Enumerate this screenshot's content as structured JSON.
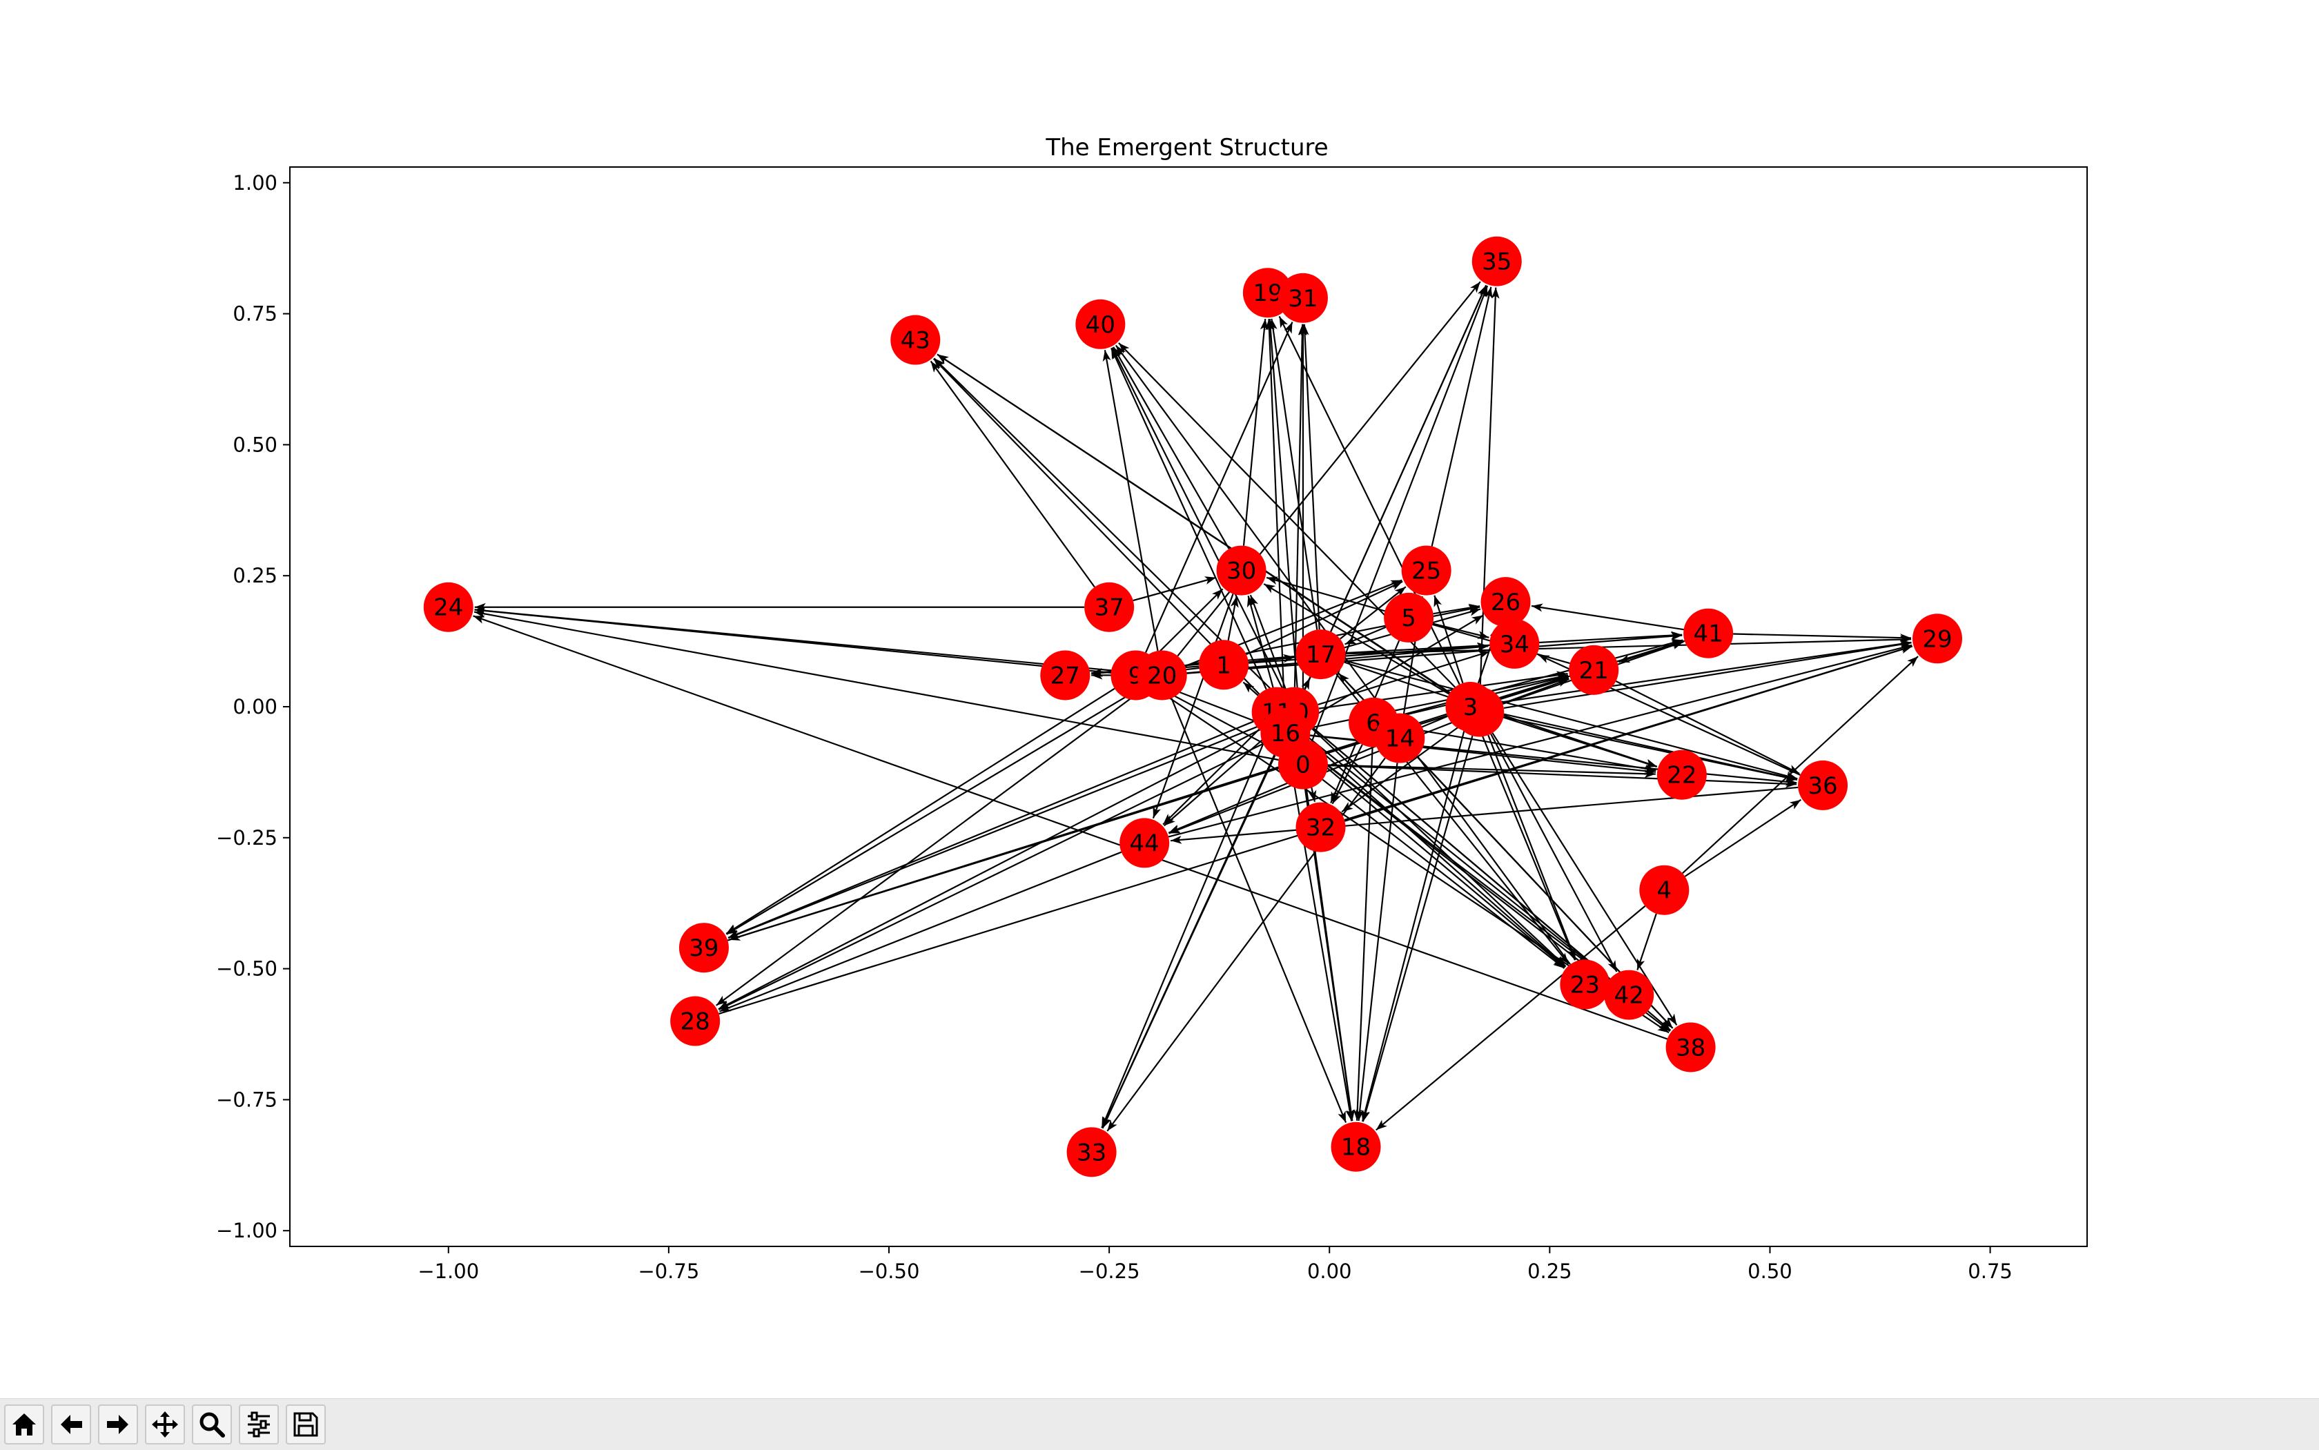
{
  "window": {
    "title": "The Emergent Structure"
  },
  "toolbar": {
    "buttons": [
      {
        "name": "home-button",
        "icon": "home-icon"
      },
      {
        "name": "back-button",
        "icon": "arrow-left-icon"
      },
      {
        "name": "forward-button",
        "icon": "arrow-right-icon"
      },
      {
        "name": "pan-button",
        "icon": "move-icon"
      },
      {
        "name": "zoom-button",
        "icon": "magnifier-icon"
      },
      {
        "name": "configure-subplots-button",
        "icon": "sliders-icon"
      },
      {
        "name": "save-button",
        "icon": "floppy-disk-icon"
      }
    ]
  },
  "chart_data": {
    "type": "network",
    "title": "The Emergent Structure",
    "xlabel": "",
    "ylabel": "",
    "xlim": [
      -1.18,
      0.86
    ],
    "ylim": [
      -1.03,
      1.03
    ],
    "x_ticks": [
      -1.0,
      -0.75,
      -0.5,
      -0.25,
      0.0,
      0.25,
      0.5,
      0.75
    ],
    "x_tick_labels": [
      "−1.00",
      "−0.75",
      "−0.50",
      "−0.25",
      "0.00",
      "0.25",
      "0.50",
      "0.75"
    ],
    "y_ticks": [
      1.0,
      0.75,
      0.5,
      0.25,
      0.0,
      -0.25,
      -0.5,
      -0.75,
      -1.0
    ],
    "y_tick_labels": [
      "1.00",
      "0.75",
      "0.50",
      "0.25",
      "0.00",
      "−0.25",
      "−0.50",
      "−0.75",
      "−1.00"
    ],
    "grid": false,
    "node_color": "#ff0000",
    "edge_color": "#000000",
    "directed": true,
    "nodes": [
      {
        "id": "0",
        "x": -0.03,
        "y": -0.11
      },
      {
        "id": "1",
        "x": -0.12,
        "y": 0.08
      },
      {
        "id": "2",
        "x": 0.17,
        "y": -0.01
      },
      {
        "id": "3",
        "x": 0.16,
        "y": 0.0
      },
      {
        "id": "4",
        "x": 0.38,
        "y": -0.35
      },
      {
        "id": "5",
        "x": 0.09,
        "y": 0.17
      },
      {
        "id": "6",
        "x": 0.05,
        "y": -0.03
      },
      {
        "id": "9",
        "x": -0.22,
        "y": 0.06
      },
      {
        "id": "10",
        "x": -0.04,
        "y": -0.01
      },
      {
        "id": "11",
        "x": -0.06,
        "y": -0.01
      },
      {
        "id": "14",
        "x": 0.08,
        "y": -0.06
      },
      {
        "id": "16",
        "x": -0.05,
        "y": -0.05
      },
      {
        "id": "17",
        "x": -0.01,
        "y": 0.1
      },
      {
        "id": "18",
        "x": 0.03,
        "y": -0.84
      },
      {
        "id": "19",
        "x": -0.07,
        "y": 0.79
      },
      {
        "id": "20",
        "x": -0.19,
        "y": 0.06
      },
      {
        "id": "21",
        "x": 0.3,
        "y": 0.07
      },
      {
        "id": "22",
        "x": 0.4,
        "y": -0.13
      },
      {
        "id": "23",
        "x": 0.29,
        "y": -0.53
      },
      {
        "id": "24",
        "x": -1.0,
        "y": 0.19
      },
      {
        "id": "25",
        "x": 0.11,
        "y": 0.26
      },
      {
        "id": "26",
        "x": 0.2,
        "y": 0.2
      },
      {
        "id": "27",
        "x": -0.3,
        "y": 0.06
      },
      {
        "id": "28",
        "x": -0.72,
        "y": -0.6
      },
      {
        "id": "29",
        "x": 0.69,
        "y": 0.13
      },
      {
        "id": "30",
        "x": -0.1,
        "y": 0.26
      },
      {
        "id": "31",
        "x": -0.03,
        "y": 0.78
      },
      {
        "id": "32",
        "x": -0.01,
        "y": -0.23
      },
      {
        "id": "33",
        "x": -0.27,
        "y": -0.85
      },
      {
        "id": "34",
        "x": 0.21,
        "y": 0.12
      },
      {
        "id": "35",
        "x": 0.19,
        "y": 0.85
      },
      {
        "id": "36",
        "x": 0.56,
        "y": -0.15
      },
      {
        "id": "37",
        "x": -0.25,
        "y": 0.19
      },
      {
        "id": "38",
        "x": 0.41,
        "y": -0.65
      },
      {
        "id": "39",
        "x": -0.71,
        "y": -0.46
      },
      {
        "id": "40",
        "x": -0.26,
        "y": 0.73
      },
      {
        "id": "41",
        "x": 0.43,
        "y": 0.14
      },
      {
        "id": "42",
        "x": 0.34,
        "y": -0.55
      },
      {
        "id": "43",
        "x": -0.47,
        "y": 0.7
      },
      {
        "id": "44",
        "x": -0.21,
        "y": -0.26
      }
    ],
    "edges": [
      [
        "37",
        "24"
      ],
      [
        "9",
        "24"
      ],
      [
        "20",
        "24"
      ],
      [
        "0",
        "24"
      ],
      [
        "38",
        "24"
      ],
      [
        "37",
        "43"
      ],
      [
        "11",
        "43"
      ],
      [
        "10",
        "43"
      ],
      [
        "2",
        "43"
      ],
      [
        "3",
        "43"
      ],
      [
        "30",
        "40"
      ],
      [
        "10",
        "40"
      ],
      [
        "2",
        "40"
      ],
      [
        "11",
        "40"
      ],
      [
        "20",
        "40"
      ],
      [
        "23",
        "40"
      ],
      [
        "16",
        "19"
      ],
      [
        "30",
        "19"
      ],
      [
        "17",
        "19"
      ],
      [
        "0",
        "19"
      ],
      [
        "3",
        "19"
      ],
      [
        "31",
        "19"
      ],
      [
        "17",
        "31"
      ],
      [
        "10",
        "31"
      ],
      [
        "0",
        "31"
      ],
      [
        "9",
        "31"
      ],
      [
        "25",
        "35"
      ],
      [
        "17",
        "35"
      ],
      [
        "16",
        "35"
      ],
      [
        "2",
        "35"
      ],
      [
        "0",
        "35"
      ],
      [
        "20",
        "35"
      ],
      [
        "9",
        "30"
      ],
      [
        "10",
        "30"
      ],
      [
        "1",
        "30"
      ],
      [
        "37",
        "30"
      ],
      [
        "16",
        "30"
      ],
      [
        "2",
        "30"
      ],
      [
        "21",
        "30"
      ],
      [
        "17",
        "25"
      ],
      [
        "3",
        "25"
      ],
      [
        "14",
        "25"
      ],
      [
        "1",
        "25"
      ],
      [
        "20",
        "25"
      ],
      [
        "9",
        "26"
      ],
      [
        "5",
        "26"
      ],
      [
        "41",
        "26"
      ],
      [
        "16",
        "26"
      ],
      [
        "17",
        "26"
      ],
      [
        "3",
        "26"
      ],
      [
        "17",
        "41"
      ],
      [
        "3",
        "41"
      ],
      [
        "2",
        "41"
      ],
      [
        "6",
        "41"
      ],
      [
        "20",
        "41"
      ],
      [
        "41",
        "29"
      ],
      [
        "2",
        "29"
      ],
      [
        "3",
        "29"
      ],
      [
        "17",
        "29"
      ],
      [
        "32",
        "29"
      ],
      [
        "44",
        "29"
      ],
      [
        "28",
        "29"
      ],
      [
        "1",
        "17"
      ],
      [
        "10",
        "17"
      ],
      [
        "9",
        "17"
      ],
      [
        "5",
        "17"
      ],
      [
        "14",
        "17"
      ],
      [
        "1",
        "27"
      ],
      [
        "9",
        "27"
      ],
      [
        "20",
        "27"
      ],
      [
        "17",
        "27"
      ],
      [
        "5",
        "34"
      ],
      [
        "20",
        "34"
      ],
      [
        "1",
        "34"
      ],
      [
        "36",
        "34"
      ],
      [
        "10",
        "34"
      ],
      [
        "3",
        "21"
      ],
      [
        "2",
        "21"
      ],
      [
        "10",
        "21"
      ],
      [
        "16",
        "21"
      ],
      [
        "41",
        "21"
      ],
      [
        "6",
        "21"
      ],
      [
        "39",
        "21"
      ],
      [
        "3",
        "36"
      ],
      [
        "2",
        "36"
      ],
      [
        "0",
        "36"
      ],
      [
        "16",
        "36"
      ],
      [
        "21",
        "36"
      ],
      [
        "4",
        "36"
      ],
      [
        "17",
        "36"
      ],
      [
        "6",
        "22"
      ],
      [
        "0",
        "22"
      ],
      [
        "17",
        "22"
      ],
      [
        "3",
        "22"
      ],
      [
        "16",
        "22"
      ],
      [
        "17",
        "38"
      ],
      [
        "2",
        "38"
      ],
      [
        "16",
        "38"
      ],
      [
        "10",
        "38"
      ],
      [
        "14",
        "38"
      ],
      [
        "9",
        "38"
      ],
      [
        "10",
        "23"
      ],
      [
        "16",
        "23"
      ],
      [
        "11",
        "23"
      ],
      [
        "0",
        "23"
      ],
      [
        "2",
        "23"
      ],
      [
        "17",
        "23"
      ],
      [
        "3",
        "23"
      ],
      [
        "10",
        "42"
      ],
      [
        "16",
        "42"
      ],
      [
        "11",
        "42"
      ],
      [
        "4",
        "42"
      ],
      [
        "2",
        "42"
      ],
      [
        "16",
        "18"
      ],
      [
        "0",
        "18"
      ],
      [
        "10",
        "18"
      ],
      [
        "14",
        "18"
      ],
      [
        "2",
        "18"
      ],
      [
        "3",
        "18"
      ],
      [
        "4",
        "18"
      ],
      [
        "20",
        "18"
      ],
      [
        "6",
        "18"
      ],
      [
        "11",
        "33"
      ],
      [
        "10",
        "33"
      ],
      [
        "16",
        "33"
      ],
      [
        "17",
        "33"
      ],
      [
        "14",
        "33"
      ],
      [
        "10",
        "39"
      ],
      [
        "11",
        "39"
      ],
      [
        "20",
        "39"
      ],
      [
        "9",
        "39"
      ],
      [
        "3",
        "39"
      ],
      [
        "10",
        "28"
      ],
      [
        "16",
        "28"
      ],
      [
        "20",
        "28"
      ],
      [
        "44",
        "28"
      ],
      [
        "10",
        "44"
      ],
      [
        "11",
        "44"
      ],
      [
        "2",
        "44"
      ],
      [
        "30",
        "44"
      ],
      [
        "3",
        "44"
      ],
      [
        "36",
        "44"
      ],
      [
        "10",
        "32"
      ],
      [
        "2",
        "32"
      ],
      [
        "6",
        "32"
      ],
      [
        "5",
        "32"
      ],
      [
        "19",
        "31"
      ],
      [
        "11",
        "1"
      ],
      [
        "16",
        "9"
      ],
      [
        "0",
        "9"
      ],
      [
        "4",
        "29"
      ]
    ]
  }
}
